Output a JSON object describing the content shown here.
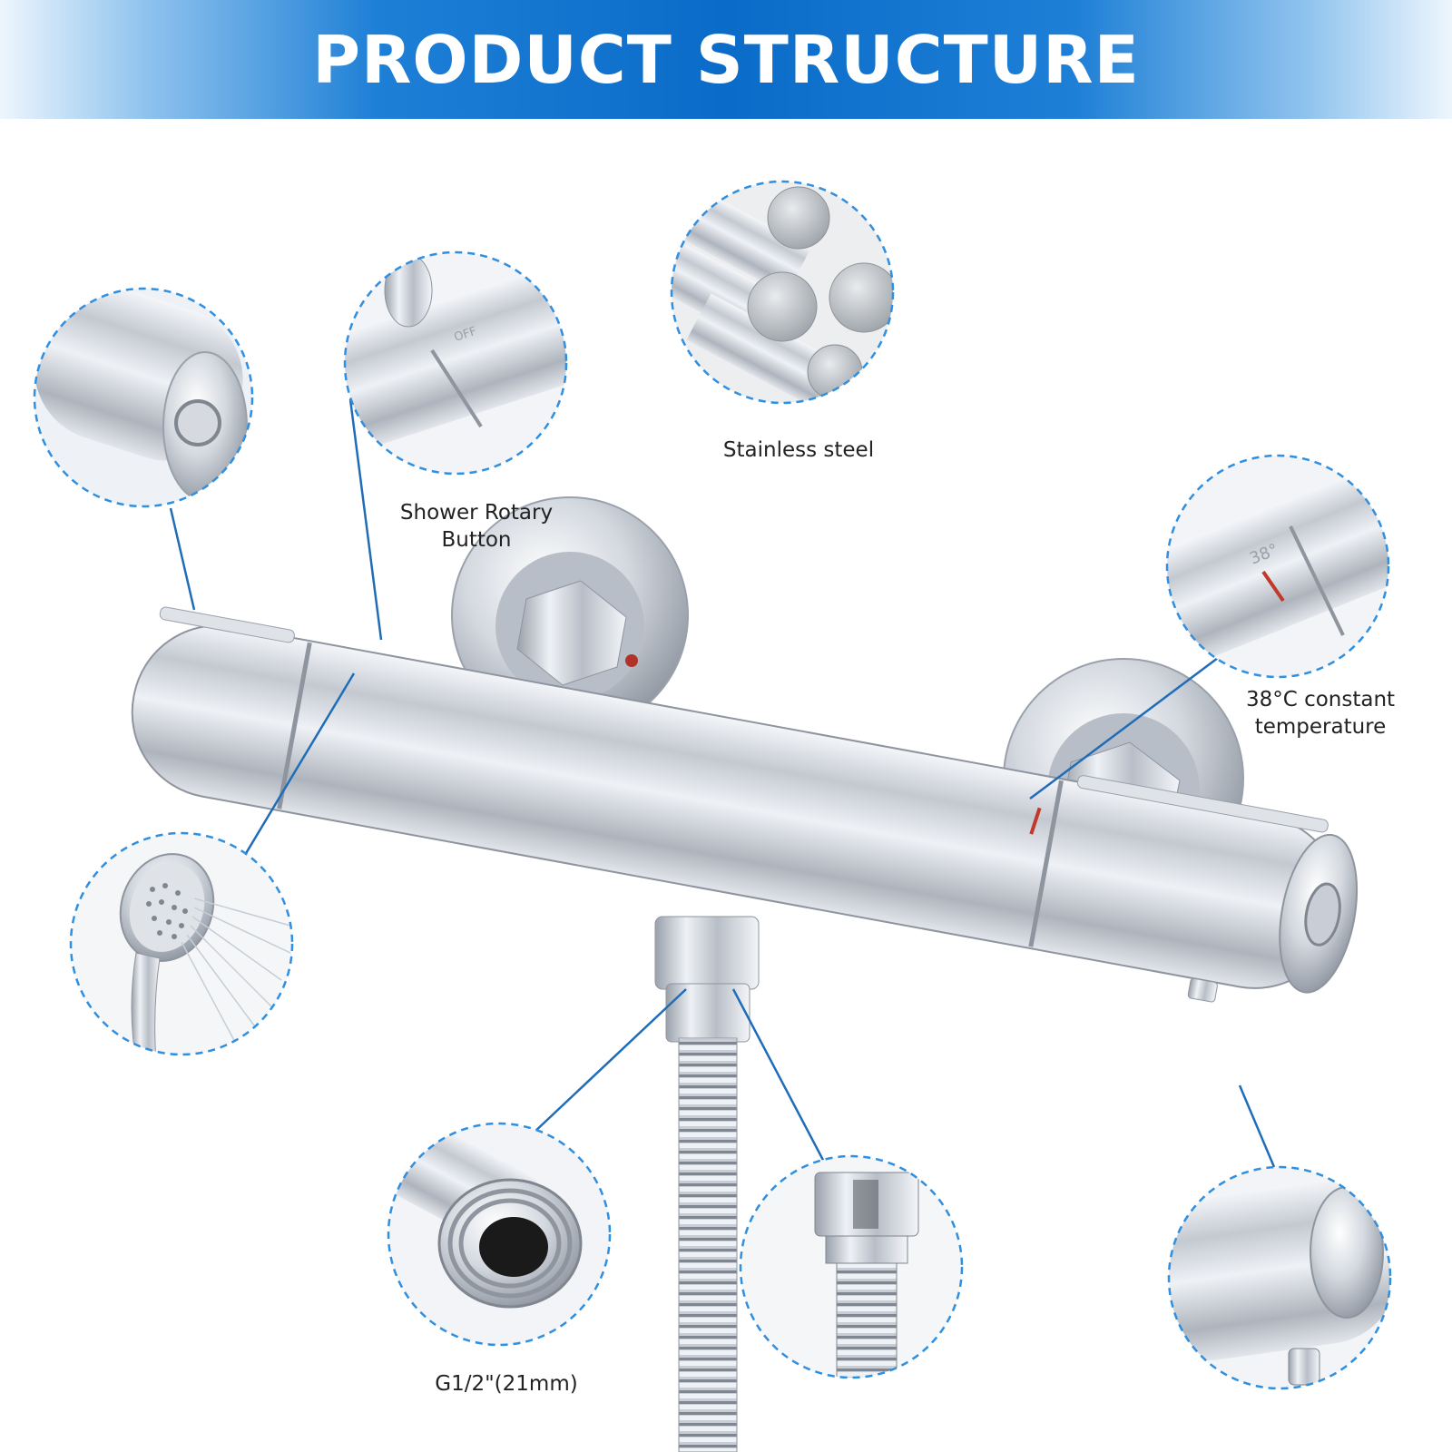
{
  "banner": {
    "title": "PRODUCT STRUCTURE",
    "color": "#0a6cc8"
  },
  "labels": {
    "stainless": "Stainless steel",
    "rotary_line1": "Shower Rotary",
    "rotary_line2": "Button",
    "temp_line1": "38°C constant",
    "temp_line2": "temperature",
    "thread": "G1/2\"(21mm)"
  },
  "markings": {
    "off": "OFF",
    "temp_dial": "38°"
  },
  "icons": [
    "end-cap-detail-icon",
    "rotary-button-detail-icon",
    "stainless-steel-rods-icon",
    "temperature-dial-detail-icon",
    "hand-shower-icon",
    "thread-connector-icon",
    "hose-nut-icon",
    "bottom-outlet-detail-icon",
    "thermostatic-mixer-icon"
  ],
  "colors": {
    "callout_circle": "#2f8fe0",
    "leader_line": "#1f6db8",
    "temp_mark": "#c0392b",
    "chrome": "#c9ced6"
  }
}
